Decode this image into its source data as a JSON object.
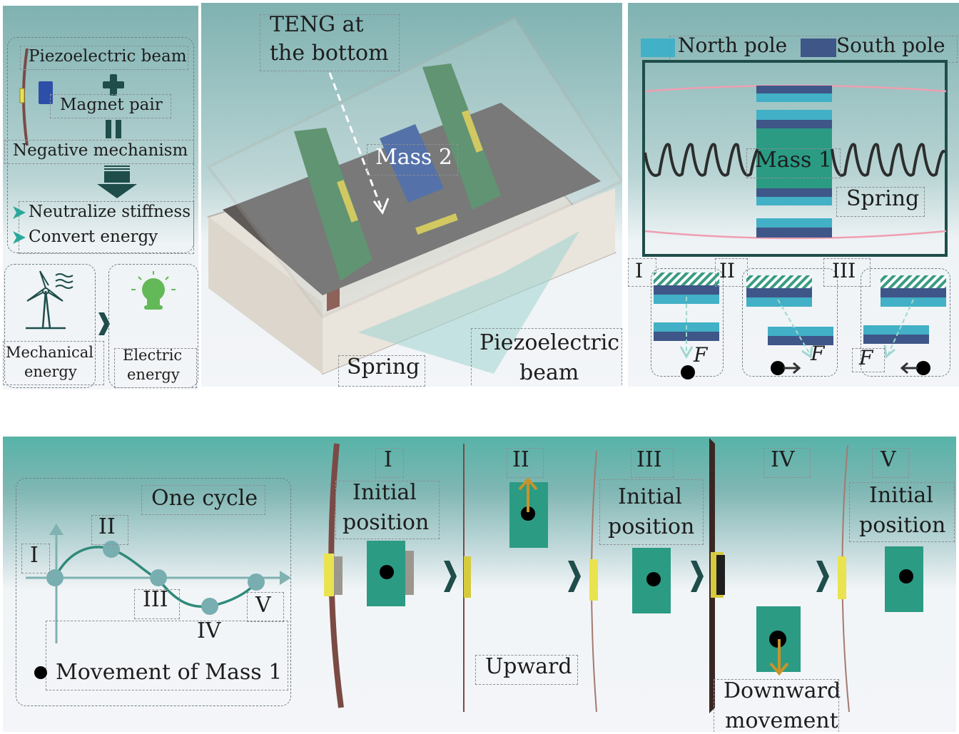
{
  "colors": {
    "teal_dark": "#1e4d4a",
    "teal_accent": "#2f9b84",
    "north_pole": "#42b0c6",
    "south_pole": "#3f5688",
    "beam_brown": "#7b4a45",
    "clip_yellow": "#e9e34f",
    "arrow_gold": "#c8932a",
    "curve": "#2f8a7a",
    "point": "#78aeb0",
    "bulb_green": "#63b957",
    "band_teal": "#57b3a8"
  },
  "panel_a": {
    "piezo_beam": "Piezoelectric beam",
    "plus_icon": "plus-icon",
    "magnet_pair": "Magnet pair",
    "equals_icon": "equals-icon",
    "negative_mechanism": "Negative mechanism",
    "down_arrow_icon": "down-arrow-icon",
    "bullets": [
      {
        "icon": "triangle-bullet-icon",
        "text": "Neutralize stiffness"
      },
      {
        "icon": "triangle-bullet-icon",
        "text": "Convert energy"
      }
    ],
    "mechanical_label_line1": "Mechanical",
    "mechanical_label_line2": "energy",
    "electric_label_line1": "Electric",
    "electric_label_line2": "energy",
    "wind_turbine_icon": "wind-turbine-icon",
    "light_bulb_icon": "light-bulb-icon"
  },
  "panel_b": {
    "teng_line1": "TENG at",
    "teng_line2": "the bottom",
    "mass2": "Mass 2",
    "spring": "Spring",
    "piezo_line1": "Piezoelectric",
    "piezo_line2": "beam"
  },
  "panel_c": {
    "legend": [
      {
        "label": "North pole",
        "color": "#42b0c6"
      },
      {
        "label": "South pole",
        "color": "#3f5688"
      }
    ],
    "mass1": "Mass 1",
    "spring": "Spring",
    "cases": [
      {
        "roman": "I",
        "force": "F"
      },
      {
        "roman": "II",
        "force": "F"
      },
      {
        "roman": "III",
        "force": "F"
      }
    ]
  },
  "panel_d": {
    "one_cycle": "One cycle",
    "point_labels": [
      "I",
      "II",
      "III",
      "IV",
      "V"
    ],
    "legend": "Movement of Mass 1",
    "stages": [
      {
        "roman": "I",
        "caption_line1": "Initial",
        "caption_line2": "position"
      },
      {
        "roman": "II",
        "caption_line1": "Upward",
        "caption_line2": ""
      },
      {
        "roman": "III",
        "caption_line1": "Initial",
        "caption_line2": "position"
      },
      {
        "roman": "IV",
        "caption_line1": "Downward",
        "caption_line2": "movement"
      },
      {
        "roman": "V",
        "caption_line1": "Initial",
        "caption_line2": "position"
      }
    ]
  }
}
